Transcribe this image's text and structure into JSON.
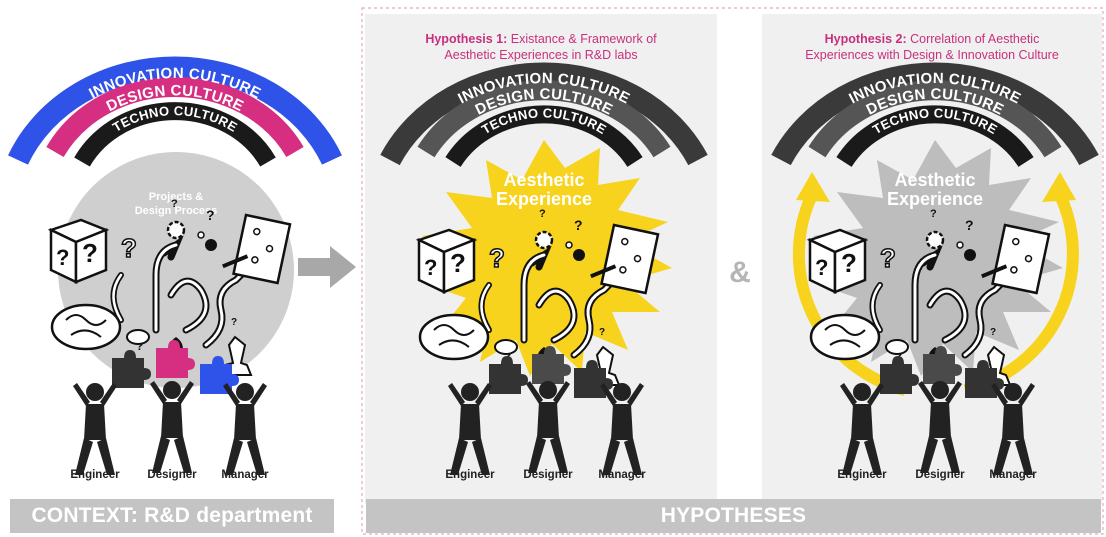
{
  "context": {
    "arcs": [
      "INNOVATION CULTURE",
      "DESIGN CULTURE",
      "TECHNO CULTURE"
    ],
    "circle_label_line1": "Projects &",
    "circle_label_line2": "Design Process",
    "people": [
      "Engineer",
      "Designer",
      "Manager"
    ],
    "bottom_label": "CONTEXT: R&D department"
  },
  "hypothesis1": {
    "title_bold": "Hypothesis 1:",
    "title_rest_line1": " Existance & Framework of",
    "title_line2": "Aesthetic Experiences in R&D labs",
    "arcs": [
      "INNOVATION CULTURE",
      "DESIGN CULTURE",
      "TECHNO CULTURE"
    ],
    "experience_line1": "Aesthetic",
    "experience_line2": "Experience",
    "people": [
      "Engineer",
      "Designer",
      "Manager"
    ]
  },
  "connector": "&",
  "hypothesis2": {
    "title_bold": "Hypothesis 2:",
    "title_rest_line1": " Correlation of Aesthetic",
    "title_line2": "Experiences with Design & Innovation Culture",
    "arcs": [
      "INNOVATION CULTURE",
      "DESIGN CULTURE",
      "TECHNO CULTURE"
    ],
    "experience_line1": "Aesthetic",
    "experience_line2": "Experience",
    "people": [
      "Engineer",
      "Designer",
      "Manager"
    ]
  },
  "bottom_hypotheses_label": "HYPOTHESES",
  "colors": {
    "innovation_blue": "#2f52e8",
    "design_pink": "#d62f82",
    "techno_black": "#1a1a1a",
    "arc_dark_gray": "#3a3a3a",
    "arc_mid_gray": "#555555",
    "burst_yellow": "#f7d31d",
    "burst_gray": "#bdbdbd",
    "cycle_yellow": "#f7d31d",
    "title_magenta": "#c8307d",
    "bar_gray": "#c4c4c4"
  }
}
